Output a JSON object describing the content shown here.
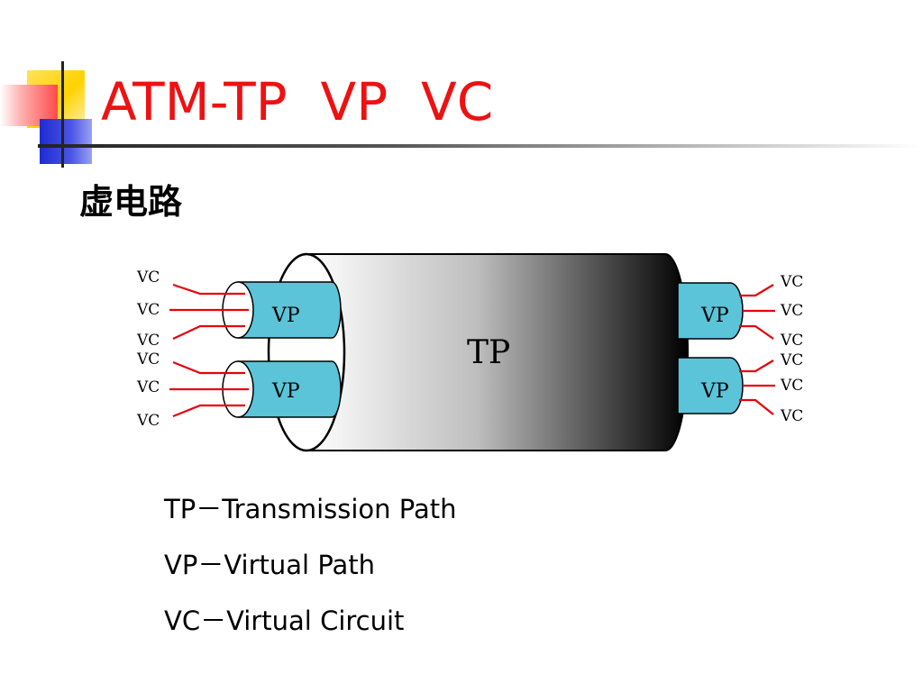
{
  "slide": {
    "title": "ATM-TP  VP  VC",
    "subtitle": "虚电路"
  },
  "diagram": {
    "tp_label": "TP",
    "vp_label": "VP",
    "vc_label": "VC",
    "vp_fill": "#5bc4d8",
    "vc_line_color": "#e8000a",
    "tp_gradient": [
      "#ffffff",
      "#bdbdbd",
      "#000000"
    ]
  },
  "legend": [
    {
      "abbr": "TP",
      "sep": "－",
      "text": "Transmission Path"
    },
    {
      "abbr": "VP",
      "sep": "－",
      "text": "Virtual Path"
    },
    {
      "abbr": "VC",
      "sep": "－",
      "text": "Virtual Circuit"
    }
  ],
  "colors": {
    "title": "#ee1111"
  }
}
